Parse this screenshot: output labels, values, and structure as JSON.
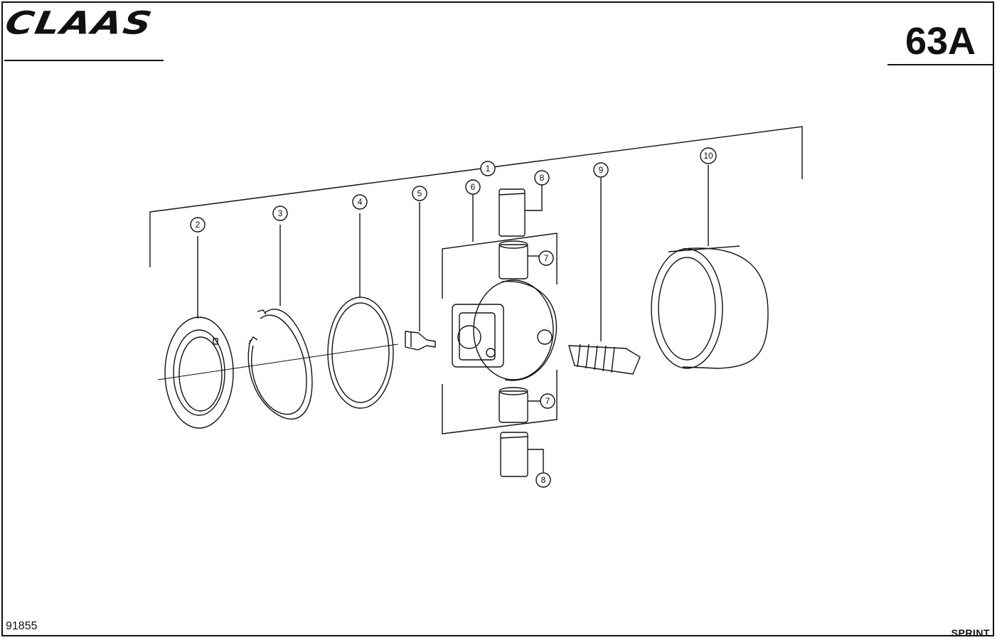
{
  "header": {
    "brand": "CLAAS",
    "page_number": "63A"
  },
  "footer": {
    "drawing_code": "91855",
    "model": "SPRINT"
  },
  "callouts": [
    "1",
    "2",
    "3",
    "4",
    "5",
    "6",
    "7",
    "7",
    "8",
    "8",
    "9",
    "10"
  ]
}
